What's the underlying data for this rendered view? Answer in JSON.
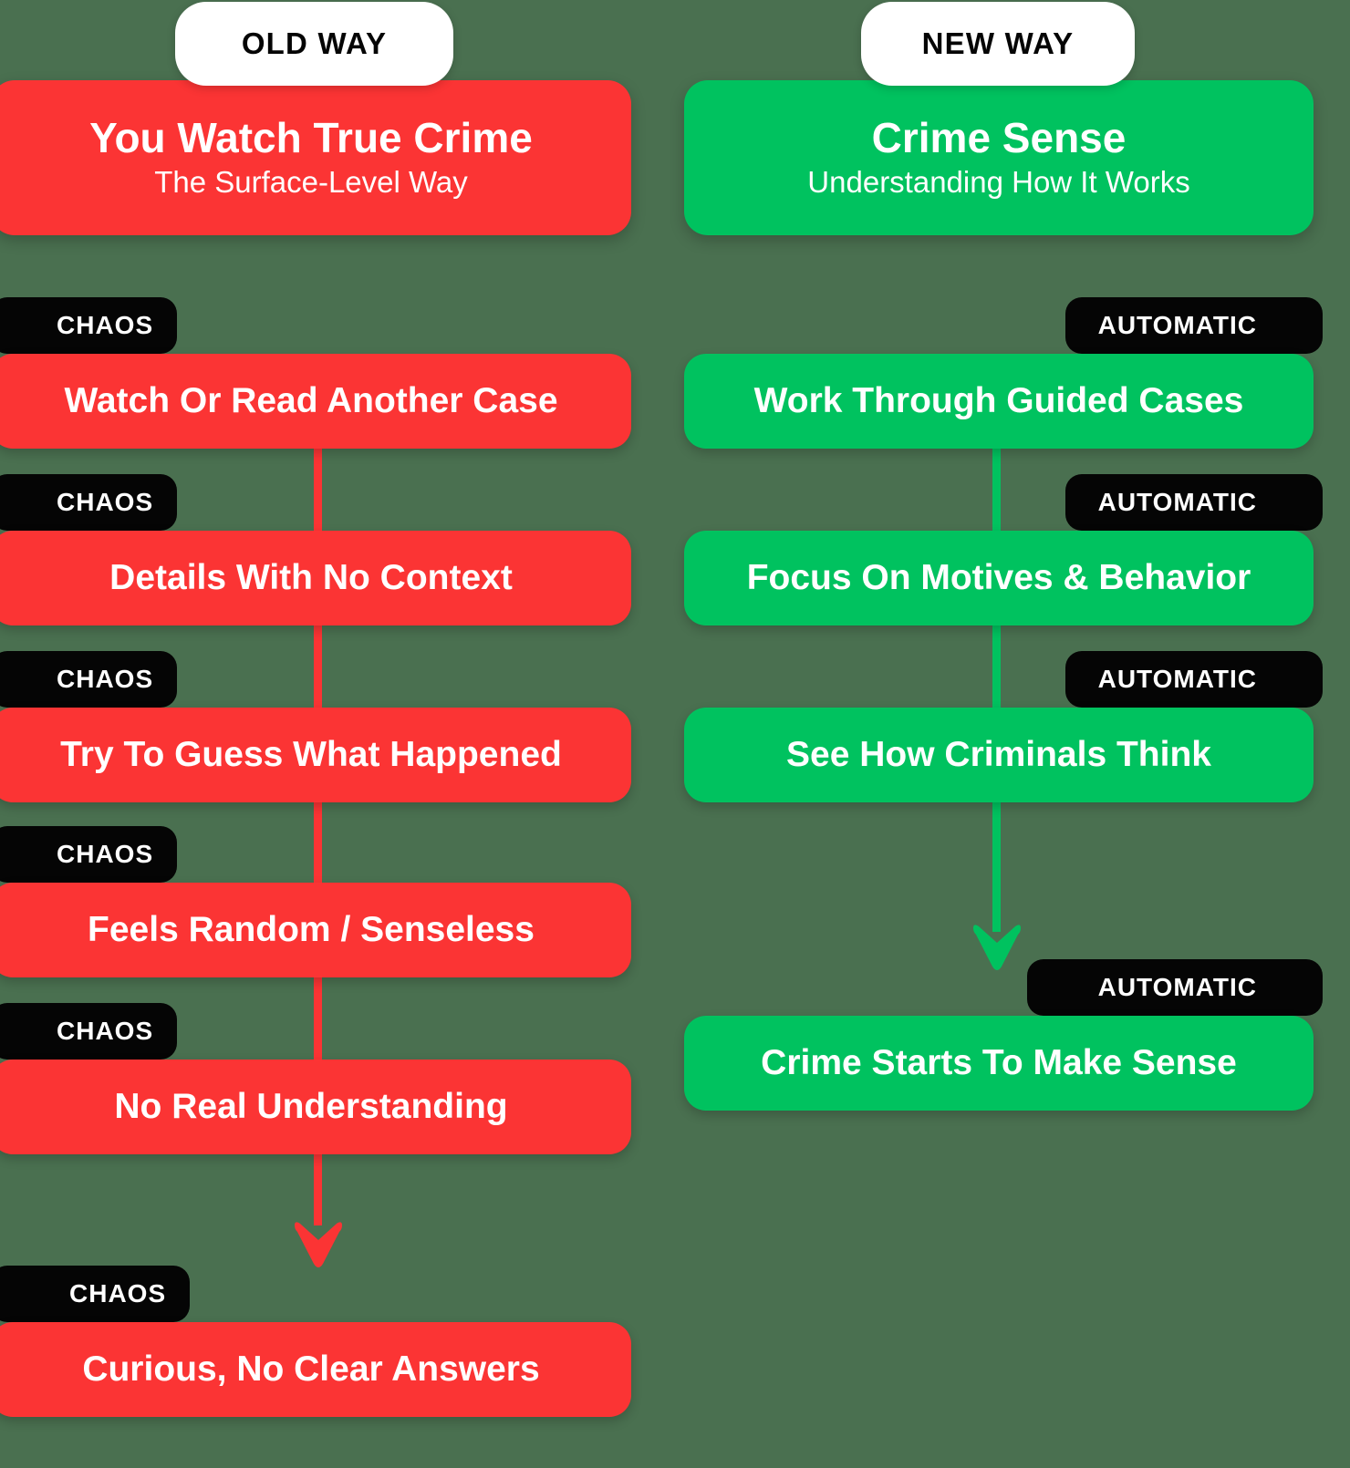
{
  "background_color": "#4a7050",
  "colors": {
    "old_accent": "#fb3434",
    "new_accent": "#00c25f",
    "badge_bg": "#050505",
    "pill_bg": "#ffffff",
    "text_on_accent": "#ffffff"
  },
  "columns": {
    "old": {
      "pill_label": "OLD WAY",
      "header_title": "You Watch True Crime",
      "header_subtitle": "The Surface-Level Way",
      "badge_label": "CHAOS",
      "steps": [
        {
          "badge": "CHAOS",
          "label": "Watch Or Read Another Case"
        },
        {
          "badge": "CHAOS",
          "label": "Details With No Context"
        },
        {
          "badge": "CHAOS",
          "label": "Try To Guess What Happened"
        },
        {
          "badge": "CHAOS",
          "label": "Feels Random / Senseless"
        },
        {
          "badge": "CHAOS",
          "label": "No Real Understanding"
        },
        {
          "badge": "CHAOS",
          "label": "Curious, No Clear Answers"
        }
      ]
    },
    "new": {
      "pill_label": "NEW WAY",
      "header_title": "Crime Sense",
      "header_subtitle": "Understanding How It Works",
      "badge_label": "AUTOMATIC",
      "steps": [
        {
          "badge": "AUTOMATIC",
          "label": "Work Through Guided Cases"
        },
        {
          "badge": "AUTOMATIC",
          "label": "Focus On Motives & Behavior"
        },
        {
          "badge": "AUTOMATIC",
          "label": "See How Criminals Think"
        },
        {
          "badge": "AUTOMATIC",
          "label": "Crime Starts To Make Sense"
        }
      ]
    }
  }
}
